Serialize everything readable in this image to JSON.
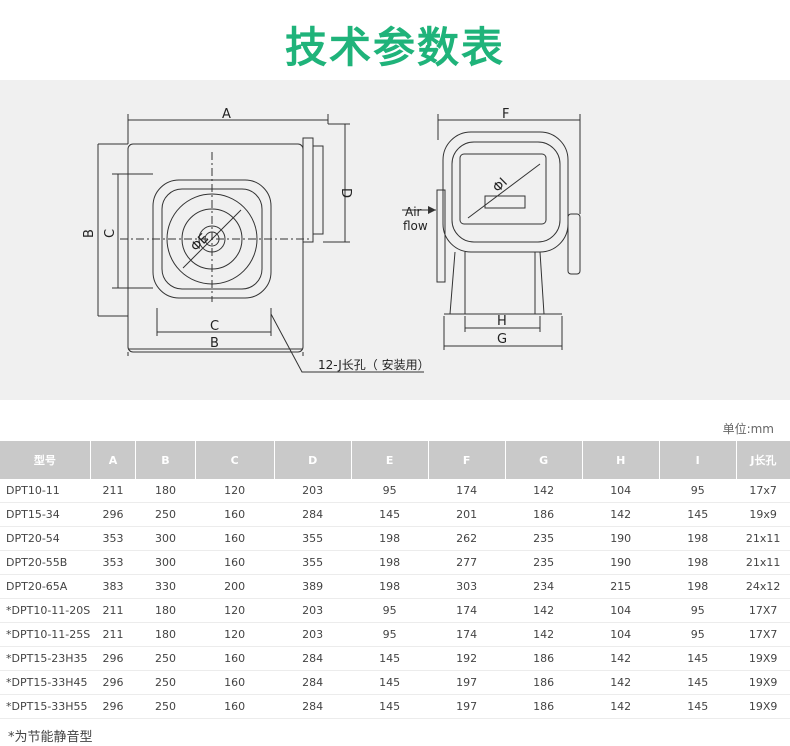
{
  "title": "技术参数表",
  "drawing": {
    "labels": {
      "a": "A",
      "b": "B",
      "c": "C",
      "d": "D",
      "e": "E",
      "f": "F",
      "g": "G",
      "h": "H",
      "i": "I",
      "phi": "Φ",
      "hole": "12-J长孔（ 安装用）",
      "air1": "Air",
      "air2": "flow"
    }
  },
  "unit": "单位:mm",
  "table": {
    "headers": [
      "型号",
      "A",
      "B",
      "C",
      "D",
      "E",
      "F",
      "G",
      "H",
      "I",
      "J长孔"
    ],
    "rows": [
      {
        "model": "DPT10-11",
        "a": "211",
        "b": "180",
        "c": "120",
        "d": "203",
        "e": "95",
        "f": "174",
        "g": "142",
        "h": "104",
        "i": "95",
        "j": "17x7"
      },
      {
        "model": "DPT15-34",
        "a": "296",
        "b": "250",
        "c": "160",
        "d": "284",
        "e": "145",
        "f": "201",
        "g": "186",
        "h": "142",
        "i": "145",
        "j": "19x9"
      },
      {
        "model": "DPT20-54",
        "a": "353",
        "b": "300",
        "c": "160",
        "d": "355",
        "e": "198",
        "f": "262",
        "g": "235",
        "h": "190",
        "i": "198",
        "j": "21x11"
      },
      {
        "model": "DPT20-55B",
        "a": "353",
        "b": "300",
        "c": "160",
        "d": "355",
        "e": "198",
        "f": "277",
        "g": "235",
        "h": "190",
        "i": "198",
        "j": "21x11"
      },
      {
        "model": "DPT20-65A",
        "a": "383",
        "b": "330",
        "c": "200",
        "d": "389",
        "e": "198",
        "f": "303",
        "g": "234",
        "h": "215",
        "i": "198",
        "j": "24x12"
      },
      {
        "model": "*DPT10-11-20S",
        "a": "211",
        "b": "180",
        "c": "120",
        "d": "203",
        "e": "95",
        "f": "174",
        "g": "142",
        "h": "104",
        "i": "95",
        "j": "17X7"
      },
      {
        "model": "*DPT10-11-25S",
        "a": "211",
        "b": "180",
        "c": "120",
        "d": "203",
        "e": "95",
        "f": "174",
        "g": "142",
        "h": "104",
        "i": "95",
        "j": "17X7"
      },
      {
        "model": "*DPT15-23H35",
        "a": "296",
        "b": "250",
        "c": "160",
        "d": "284",
        "e": "145",
        "f": "192",
        "g": "186",
        "h": "142",
        "i": "145",
        "j": "19X9"
      },
      {
        "model": "*DPT15-33H45",
        "a": "296",
        "b": "250",
        "c": "160",
        "d": "284",
        "e": "145",
        "f": "197",
        "g": "186",
        "h": "142",
        "i": "145",
        "j": "19X9"
      },
      {
        "model": "*DPT15-33H55",
        "a": "296",
        "b": "250",
        "c": "160",
        "d": "284",
        "e": "145",
        "f": "197",
        "g": "186",
        "h": "142",
        "i": "145",
        "j": "19X9"
      }
    ]
  },
  "footnote": "*为节能静音型"
}
